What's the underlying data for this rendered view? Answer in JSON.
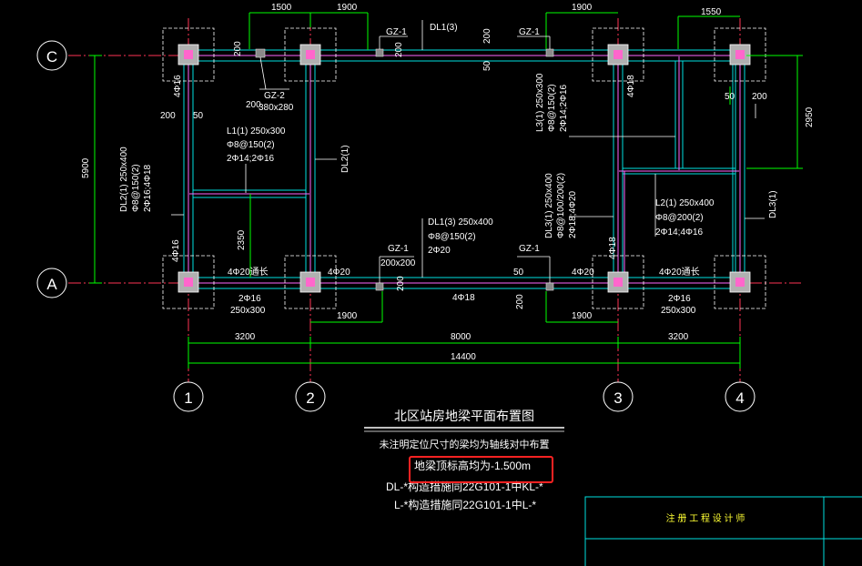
{
  "title": "北区站房地梁平面布置图",
  "notes": [
    "未注明定位尺寸的梁均为轴线对中布置",
    "地梁顶标高均为-1.500m",
    "DL-*构造措施同22G101-1中KL-*",
    "L-*构造措施同22G101-1中L-*"
  ],
  "title_block": "注 册 工 程 设 计 师",
  "axes": {
    "rows": [
      "C",
      "A"
    ],
    "cols": [
      "1",
      "2",
      "3",
      "4"
    ]
  },
  "dims": {
    "top": [
      "1500",
      "1900",
      "1900",
      "1550"
    ],
    "bottom_row1": [
      "3200",
      "8000",
      "3200"
    ],
    "bottom_total": "14400",
    "left_total": "5900",
    "right_2950": "2950",
    "mid_2350": "2350",
    "small": [
      "200",
      "200",
      "200",
      "200",
      "50",
      "200",
      "50",
      "200",
      "50",
      "50",
      "200",
      "200",
      "1900",
      "1900"
    ]
  },
  "labels": {
    "gz1": "GZ-1",
    "gz2": "GZ-2",
    "gz2_size": "380x280",
    "gz1_size": "200x200",
    "dl1_3": "DL1(3)",
    "dl1_3_full": "DL1(3) 250x400",
    "dl1_3_stir": "Φ8@150(2)",
    "dl1_3_bar": "2Φ20",
    "l1": "L1(1) 250x300",
    "l1_stir": "Φ8@150(2)",
    "l1_bar": "2Φ14;2Φ16",
    "dl2_1": "DL2(1)",
    "dl2_1_full": "DL2(1) 250x400",
    "dl2_1_stir": "Φ8@150(2)",
    "dl2_1_bar": "2Φ16;4Φ18",
    "l3": "L3(1) 250x300",
    "l3_stir": "Φ8@150(2)",
    "l3_bar": "2Φ14;2Φ16",
    "dl3_1": "DL3(1)",
    "dl3_full": "DL3(1) 250x400",
    "dl3_stir": "Φ8@100/200(2)",
    "dl3_bar": "2Φ18;4Φ20",
    "l2": "L2(1) 250x400",
    "l2_stir": "Φ8@200(2)",
    "l2_bar": "2Φ14;4Φ16",
    "b4f16": "4Φ16",
    "b4f18": "4Φ18",
    "b4f20": "4Φ20",
    "b4f20t": "4Φ20通长",
    "b2f16": "2Φ16",
    "s250x300": "250x300"
  },
  "colors": {
    "background": "#000000",
    "axis": "#ff3355",
    "dimension": "#00ff00",
    "beam": "#00e0e0",
    "wall": "#ff66ff",
    "highlight": "#ff2222",
    "title_block_text": "#ffff33"
  }
}
